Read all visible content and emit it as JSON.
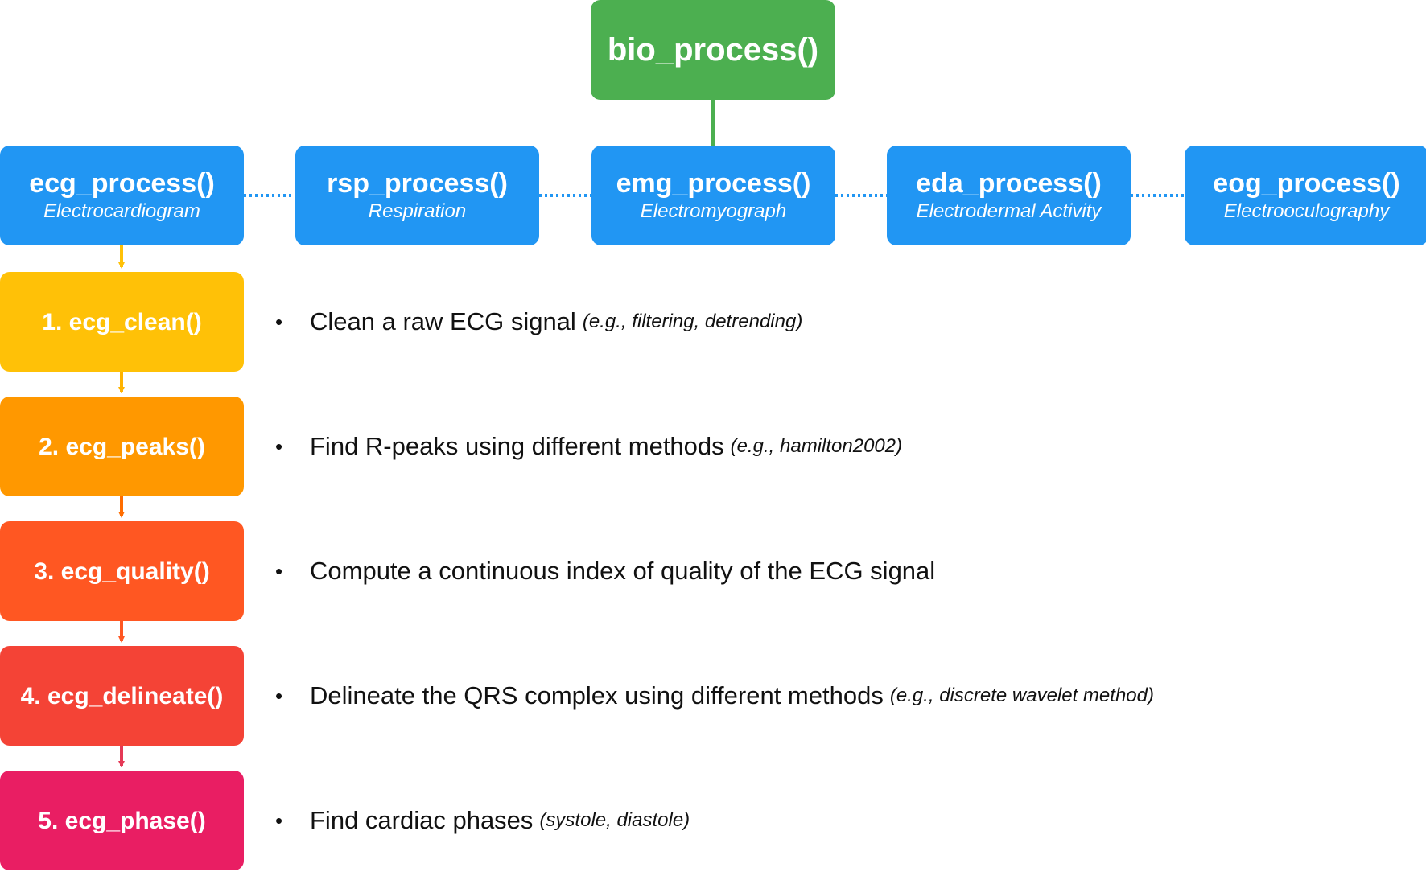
{
  "root": {
    "title": "bio_process()",
    "color": "#4caf50"
  },
  "modules": [
    {
      "title": "ecg_process()",
      "subtitle": "Electrocardiogram"
    },
    {
      "title": "rsp_process()",
      "subtitle": "Respiration"
    },
    {
      "title": "emg_process()",
      "subtitle": "Electromyograph"
    },
    {
      "title": "eda_process()",
      "subtitle": "Electrodermal Activity"
    },
    {
      "title": "eog_process()",
      "subtitle": "Electrooculography"
    }
  ],
  "module_color": "#2196f3",
  "steps": [
    {
      "label": "1. ecg_clean()",
      "color": "#ffc107",
      "bullet": "•",
      "description": "Clean a raw ECG signal",
      "note": "(e.g., filtering, detrending)"
    },
    {
      "label": "2. ecg_peaks()",
      "color": "#ff9800",
      "bullet": "•",
      "description": "Find R-peaks using different methods",
      "note": "(e.g., hamilton2002)"
    },
    {
      "label": "3. ecg_quality()",
      "color": "#ff5722",
      "bullet": "•",
      "description": "Compute a continuous index of quality of the ECG signal",
      "note": ""
    },
    {
      "label": "4. ecg_delineate()",
      "color": "#f44336",
      "bullet": "•",
      "description": "Delineate the QRS complex using different methods",
      "note": "(e.g., discrete wavelet method)"
    },
    {
      "label": "5. ecg_phase()",
      "color": "#e91e63",
      "bullet": "•",
      "description": "Find cardiac phases",
      "note": "(systole, diastole)"
    }
  ]
}
